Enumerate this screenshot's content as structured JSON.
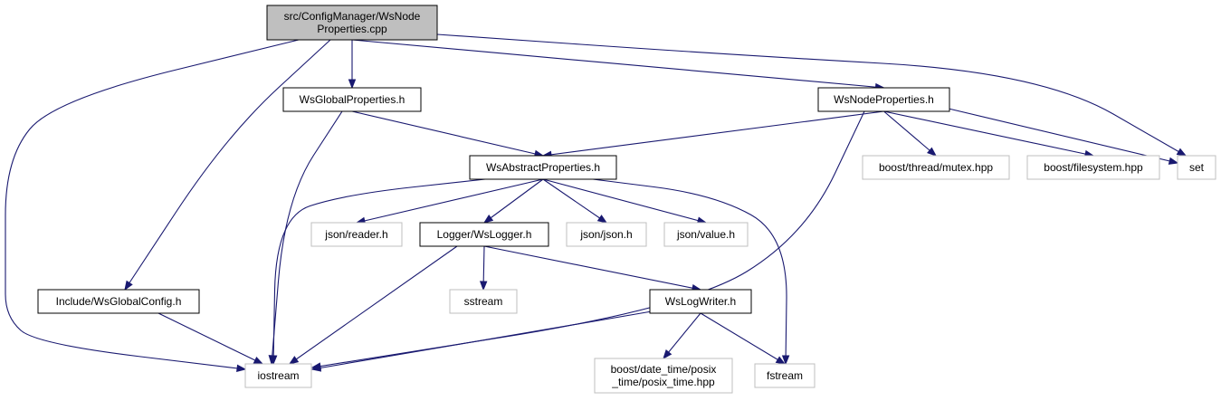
{
  "colors": {
    "edge": "#191970",
    "root_fill": "#bfbfbf",
    "documented_border": "#000000",
    "undocumented_border": "#bfbfbf",
    "node_fill": "#ffffff"
  },
  "nodes": [
    {
      "id": "root",
      "lines": [
        "src/ConfigManager/WsNode",
        "Properties.cpp"
      ],
      "kind": "root"
    },
    {
      "id": "wsglobalprops",
      "lines": [
        "WsGlobalProperties.h"
      ],
      "kind": "documented"
    },
    {
      "id": "wsnodeprops",
      "lines": [
        "WsNodeProperties.h"
      ],
      "kind": "documented"
    },
    {
      "id": "wsabstractprops",
      "lines": [
        "WsAbstractProperties.h"
      ],
      "kind": "documented"
    },
    {
      "id": "boostmutex",
      "lines": [
        "boost/thread/mutex.hpp"
      ],
      "kind": "external"
    },
    {
      "id": "boostfs",
      "lines": [
        "boost/filesystem.hpp"
      ],
      "kind": "external"
    },
    {
      "id": "set",
      "lines": [
        "set"
      ],
      "kind": "external"
    },
    {
      "id": "jsonreader",
      "lines": [
        "json/reader.h"
      ],
      "kind": "external"
    },
    {
      "id": "wslogger",
      "lines": [
        "Logger/WsLogger.h"
      ],
      "kind": "documented"
    },
    {
      "id": "jsonjson",
      "lines": [
        "json/json.h"
      ],
      "kind": "external"
    },
    {
      "id": "jsonvalue",
      "lines": [
        "json/value.h"
      ],
      "kind": "external"
    },
    {
      "id": "wsglobalconfig",
      "lines": [
        "Include/WsGlobalConfig.h"
      ],
      "kind": "documented"
    },
    {
      "id": "sstream",
      "lines": [
        "sstream"
      ],
      "kind": "external"
    },
    {
      "id": "wslogwriter",
      "lines": [
        "WsLogWriter.h"
      ],
      "kind": "documented"
    },
    {
      "id": "iostream",
      "lines": [
        "iostream"
      ],
      "kind": "external"
    },
    {
      "id": "boostposix",
      "lines": [
        "boost/date_time/posix",
        "_time/posix_time.hpp"
      ],
      "kind": "external"
    },
    {
      "id": "fstream",
      "lines": [
        "fstream"
      ],
      "kind": "external"
    }
  ],
  "edges": [
    {
      "from": "root",
      "to": "wsglobalprops"
    },
    {
      "from": "root",
      "to": "wsnodeprops"
    },
    {
      "from": "root",
      "to": "set"
    },
    {
      "from": "root",
      "to": "iostream"
    },
    {
      "from": "root",
      "to": "wsglobalconfig"
    },
    {
      "from": "wsglobalprops",
      "to": "wsabstractprops"
    },
    {
      "from": "wsglobalprops",
      "to": "iostream"
    },
    {
      "from": "wsnodeprops",
      "to": "wsabstractprops"
    },
    {
      "from": "wsnodeprops",
      "to": "boostmutex"
    },
    {
      "from": "wsnodeprops",
      "to": "boostfs"
    },
    {
      "from": "wsnodeprops",
      "to": "set"
    },
    {
      "from": "wsnodeprops",
      "to": "iostream"
    },
    {
      "from": "wsabstractprops",
      "to": "jsonreader"
    },
    {
      "from": "wsabstractprops",
      "to": "wslogger"
    },
    {
      "from": "wsabstractprops",
      "to": "jsonjson"
    },
    {
      "from": "wsabstractprops",
      "to": "jsonvalue"
    },
    {
      "from": "wsabstractprops",
      "to": "iostream"
    },
    {
      "from": "wsabstractprops",
      "to": "fstream"
    },
    {
      "from": "wslogger",
      "to": "sstream"
    },
    {
      "from": "wslogger",
      "to": "wslogwriter"
    },
    {
      "from": "wslogger",
      "to": "iostream"
    },
    {
      "from": "wsglobalconfig",
      "to": "iostream"
    },
    {
      "from": "wslogwriter",
      "to": "iostream"
    },
    {
      "from": "wslogwriter",
      "to": "boostposix"
    },
    {
      "from": "wslogwriter",
      "to": "fstream"
    }
  ]
}
